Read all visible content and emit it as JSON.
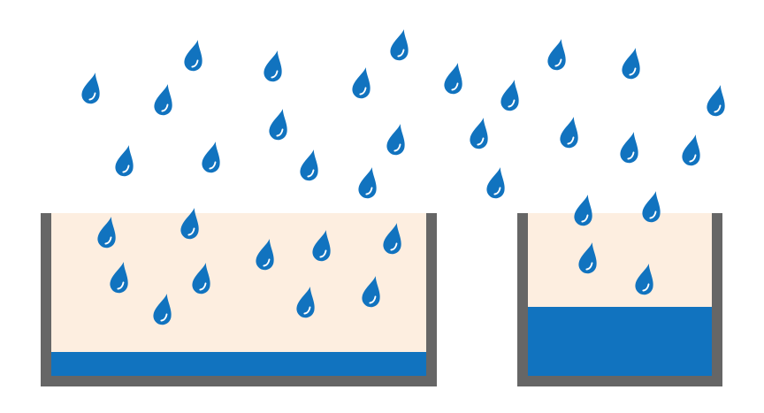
{
  "colors": {
    "background": "#ffffff",
    "raindrop": "#1173bf",
    "raindrop_highlight": "#ffffff",
    "container_wall": "#666666",
    "container_interior": "#fdeee0",
    "water": "#1173bf"
  },
  "containers": [
    {
      "name": "wide-container",
      "water_level_fraction": 0.15
    },
    {
      "name": "narrow-container",
      "water_level_fraction": 0.46
    }
  ],
  "icons": {
    "raindrop": "raindrop-icon"
  }
}
